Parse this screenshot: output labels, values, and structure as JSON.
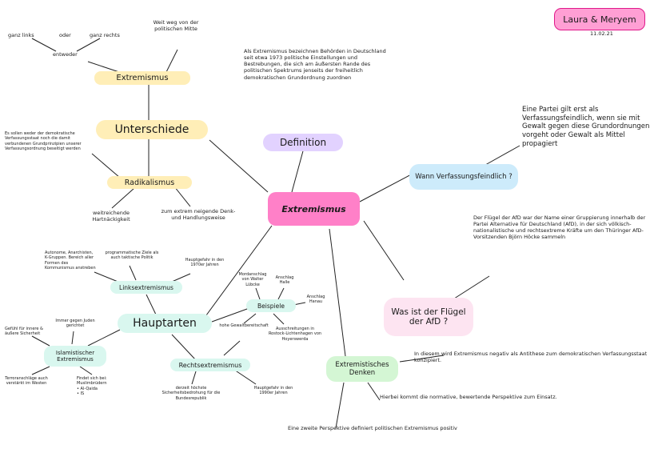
{
  "authors": "Laura & Meryem",
  "date": "11.02.21",
  "colors": {
    "pink": "#ff7fc7",
    "pink_border": "#e0188a",
    "purple": "#e2d2ff",
    "blue": "#cdebfb",
    "yellow": "#ffeeb7",
    "mint": "#d9f7ef",
    "green": "#d4f6d4",
    "light_pink": "#fde4f1"
  },
  "center": "Extremismus",
  "definition": {
    "title": "Definition",
    "text": "Als Extremismus bezeichnen Behörden in Deutschland seit etwa 1973 politische Einstellungen und Bestrebungen, die sich am äußersten Rande des politischen Spektrums jenseits der freiheitlich demokratischen Grundordnung zuordnen"
  },
  "unterschiede": {
    "title": "Unterschiede",
    "extremismus": {
      "label": "Extremismus",
      "entweder": "entweder",
      "oder": "oder",
      "ganz_links": "ganz links",
      "ganz_rechts": "ganz rechts",
      "weit_weg": "Weit weg von der politischen Mitte"
    },
    "radikalismus": {
      "label": "Radikalismus",
      "note": "Es sollen weder der demokratische Verfassungsstaat noch die damit verbundenen Grundprinzipien unserer Verfassungsordnung beseitigt werden",
      "weitreichende": "weitreichende Hartnäckigkeit",
      "zum_extrem": "zum extrem neigende Denk- und Handlungsweise"
    }
  },
  "verfassungsfeindlich": {
    "title": "Wann Verfassungsfeindlich ?",
    "text": "Eine Partei gilt erst als Verfassungsfeindlich, wenn sie mit Gewalt gegen diese Grundordnungen vorgeht oder Gewalt als Mittel propagiert"
  },
  "fluegel": {
    "title": "Was ist der Flügel der AfD ?",
    "text": "Der Flügel der AfD war der Name einer Gruppierung innerhalb der Partei Alternative für Deutschland (AfD), in der sich völkisch-nationalistische und rechtsextreme Kräfte um den Thüringer AfD-Vorsitzenden Björn Höcke sammeln"
  },
  "hauptarten": {
    "title": "Hauptarten",
    "links": {
      "label": "Linksextremismus",
      "autonome": "Autonome, Anarchisten, K-Gruppen. Bereich aller Formen des Kommunismus anstreben",
      "programmatische": "programmatische Ziele als auch taktische Politik",
      "hochphase": "Hauptgefahr in den 1970er Jahren"
    },
    "islam": {
      "label": "Islamistischer Extremismus",
      "gefuehl": "Gefühl für innere & äußere Sicherheit",
      "juden": "Immer gegen Juden gerichtet",
      "terror": "Terroranschläge auch verstärkt im Westen",
      "gruppen": "Findet sich bei: Muslimbrüdern\n• Al-Qaida\n• IS"
    },
    "rechts": {
      "label": "Rechtsextremismus",
      "gefahr": "derzeit höchste Sicherheitsbedrohung für die Bundesrepublik",
      "hochphase": "Hauptgefahr in den 1990er Jahren",
      "gewaltbereit": "hohe Gewaltbereitschaft"
    },
    "beispiele": {
      "label": "Beispiele",
      "halle": "Anschlag Halle",
      "hanau": "Anschlag Hanau",
      "mord": "Mordanschlag von Walter Lübcke",
      "ausschreitungen": "Ausschreitungen in Rostock-Lichtenhagen von Hoyerswerda"
    }
  },
  "denken": {
    "title": "Extremistisches Denken",
    "negativ": "In diesem wird Extremismus negativ als Antithese zum demokratischen Verfassungsstaat konzipiert.",
    "normativ": "Hierbei kommt die normative, bewertende Perspektive zum Einsatz.",
    "positiv": "Eine zweite Perspektive definiert politischen Extremismus positiv"
  }
}
